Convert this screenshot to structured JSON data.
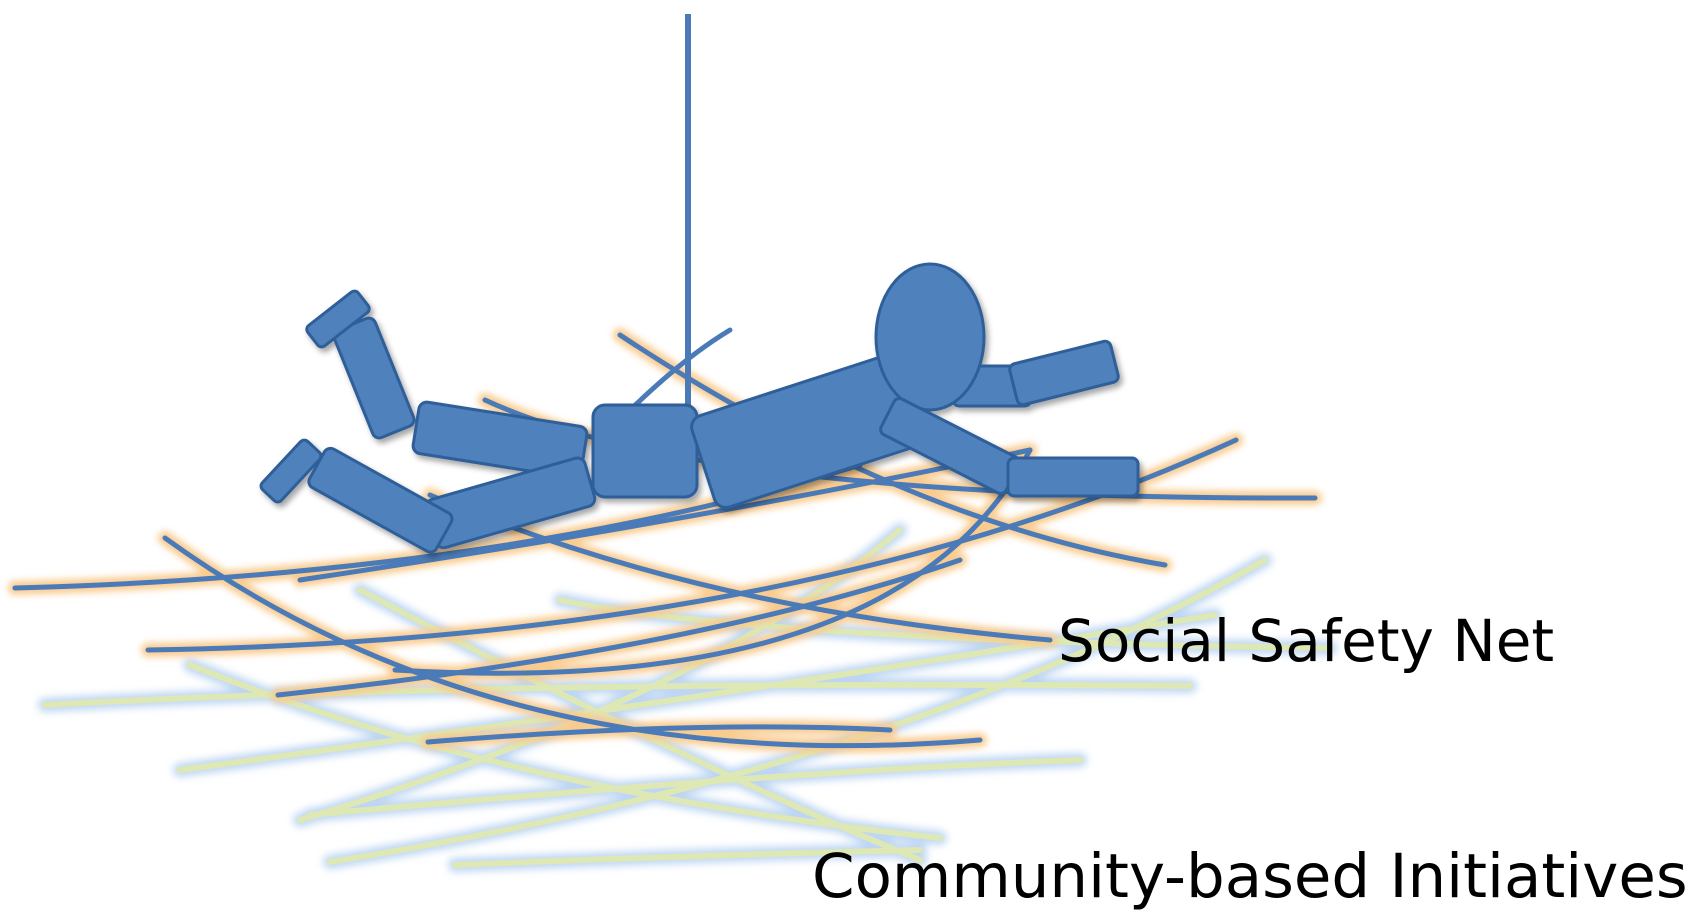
{
  "labels": {
    "social_safety_net": "Social Safety Net",
    "community_initiatives": "Community-based Initiatives"
  },
  "colors": {
    "figure_fill": "#4f81bd",
    "figure_stroke": "#2e5f99",
    "net_line": "#4a7ab8",
    "net_glow_orange": "#f9c98a",
    "lower_net_line": "#dde8b4",
    "lower_net_glow": "#b7d2f2",
    "rope_glow": "#9fe2f7",
    "text": "#000000"
  },
  "icons": [
    "falling-person-figure",
    "support-rope",
    "upper-safety-net",
    "lower-community-net"
  ]
}
